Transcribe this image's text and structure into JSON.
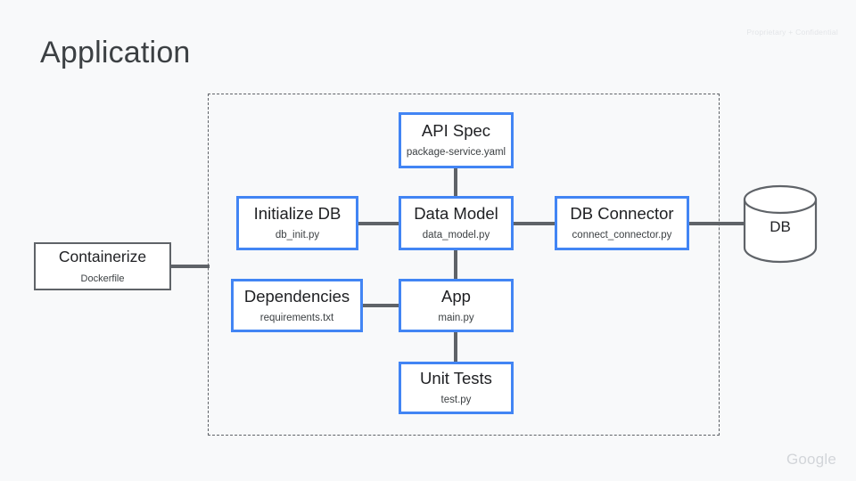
{
  "slide": {
    "title": "Application",
    "confidential": "Proprietary + Confidential",
    "brand": "Google",
    "background_color": "#f8f9fa",
    "accent_color": "#4285f4",
    "neutral_color": "#5f6368"
  },
  "diagram": {
    "boundary_label": "",
    "nodes": [
      {
        "id": "api-spec",
        "title": "API Spec",
        "subtitle": "package-service.yaml",
        "style": "accent"
      },
      {
        "id": "initialize-db",
        "title": "Initialize DB",
        "subtitle": "db_init.py",
        "style": "accent"
      },
      {
        "id": "data-model",
        "title": "Data Model",
        "subtitle": "data_model.py",
        "style": "accent"
      },
      {
        "id": "db-connector",
        "title": "DB Connector",
        "subtitle": "connect_connector.py",
        "style": "accent"
      },
      {
        "id": "dependencies",
        "title": "Dependencies",
        "subtitle": "requirements.txt",
        "style": "accent"
      },
      {
        "id": "app",
        "title": "App",
        "subtitle": "main.py",
        "style": "accent"
      },
      {
        "id": "unit-tests",
        "title": "Unit Tests",
        "subtitle": "test.py",
        "style": "accent"
      },
      {
        "id": "containerize",
        "title": "Containerize",
        "subtitle": "Dockerfile",
        "style": "neutral"
      }
    ],
    "database": {
      "label": "DB"
    },
    "edges": [
      {
        "from": "containerize",
        "to": "app-boundary"
      },
      {
        "from": "api-spec",
        "to": "data-model"
      },
      {
        "from": "initialize-db",
        "to": "data-model"
      },
      {
        "from": "data-model",
        "to": "db-connector"
      },
      {
        "from": "data-model",
        "to": "app"
      },
      {
        "from": "dependencies",
        "to": "app"
      },
      {
        "from": "app",
        "to": "unit-tests"
      },
      {
        "from": "db-connector",
        "to": "database"
      }
    ]
  }
}
